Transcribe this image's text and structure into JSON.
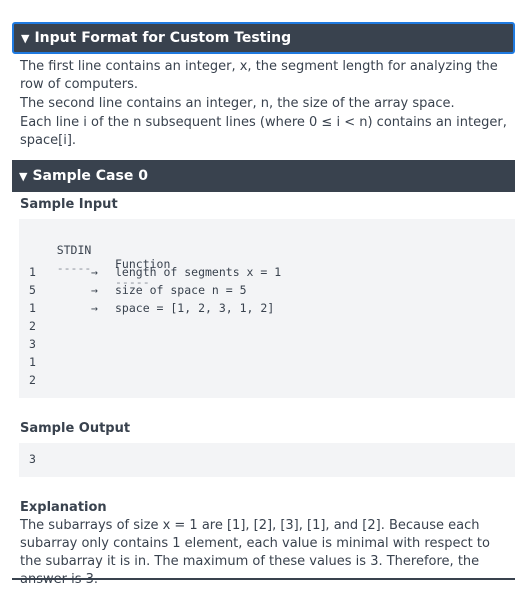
{
  "section1": {
    "title": "Input Format for Custom Testing",
    "lines": [
      "The first line contains an integer, x, the segment length for analyzing the row of computers.",
      "The second line contains an integer, n, the size of the array space.",
      "Each line i of the n subsequent lines (where 0 ≤ i < n) contains an integer, space[i]."
    ]
  },
  "section2": {
    "title": "Sample Case 0",
    "sample_input_label": "Sample Input",
    "col_headers": [
      "STDIN",
      "Function"
    ],
    "dashes": [
      "-----",
      "-----"
    ],
    "rows": [
      {
        "stdin": "1",
        "arrow": "→",
        "func": "length of segments x = 1"
      },
      {
        "stdin": "5",
        "arrow": "→",
        "func": "size of space n = 5"
      },
      {
        "stdin": "1",
        "arrow": "→",
        "func": "space = [1, 2, 3, 1, 2]"
      },
      {
        "stdin": "2",
        "arrow": "",
        "func": ""
      },
      {
        "stdin": "3",
        "arrow": "",
        "func": ""
      },
      {
        "stdin": "1",
        "arrow": "",
        "func": ""
      },
      {
        "stdin": "2",
        "arrow": "",
        "func": ""
      }
    ],
    "sample_output_label": "Sample Output",
    "output_value": "3",
    "explanation_label": "Explanation",
    "explanation_text": "The subarrays of size x = 1 are [1], [2], [3], [1], and [2]. Because each subarray only contains 1 element, each value is minimal with respect to the subarray it is in. The maximum of these values is 3. Therefore, the answer is 3."
  }
}
